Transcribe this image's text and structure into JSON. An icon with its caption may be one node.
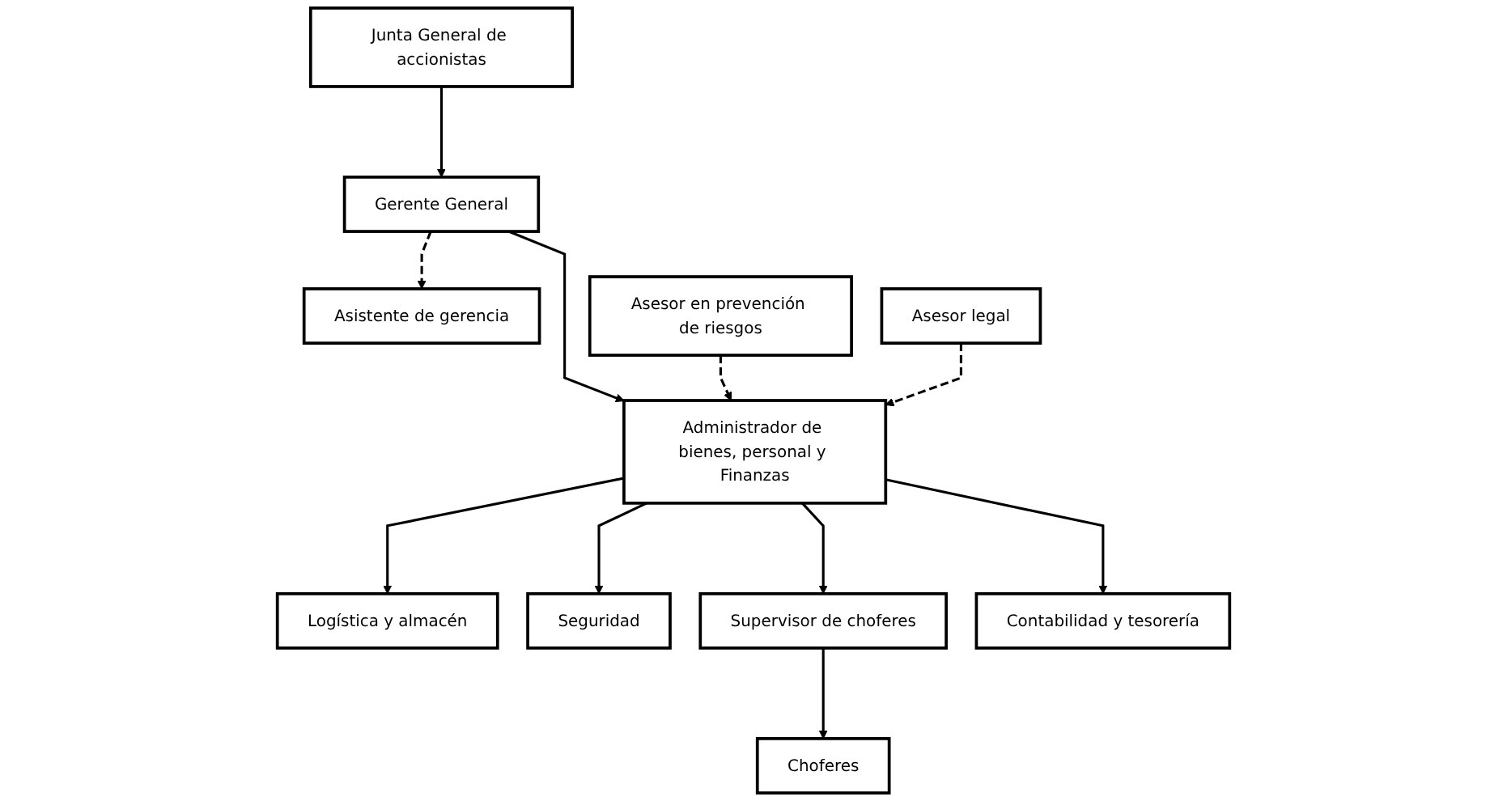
{
  "diagram": {
    "nodes": [
      {
        "text": [
          "Junta General de accionistas"
        ]
      },
      {
        "text": [
          "Asistente de gerencia"
        ]
      },
      {
        "text": [
          "Gerente General"
        ]
      },
      {
        "text": [
          "Asesor en prevención de riesgos"
        ]
      },
      {
        "text": [
          "Administrador de bienes, personal y Finanzas"
        ]
      },
      {
        "text": [
          "Asesor legal"
        ]
      },
      {
        "text": [
          "Logística y almacén"
        ]
      },
      {
        "text": [
          "Seguridad"
        ]
      },
      {
        "text": [
          "Supervisor de choferes"
        ]
      },
      {
        "text": [
          "Contabilidad y tesorería"
        ]
      },
      {
        "text": [
          "Choferes"
        ]
      }
    ],
    "edges": [
      {
        "from": 0,
        "to": 2,
        "arrow": "to"
      },
      {
        "from": 2,
        "to": 1,
        "arrow": "to",
        "style": "dashed"
      },
      {
        "from": 2,
        "to": 4,
        "arrow": "to"
      },
      {
        "from": 3,
        "to": 4,
        "arrow": "to",
        "style": "dashed"
      },
      {
        "from": 5,
        "to": 4,
        "arrow": "to",
        "style": "dashed"
      },
      {
        "from": 4,
        "to": 6,
        "arrow": "to"
      },
      {
        "from": 4,
        "to": 7,
        "arrow": "to"
      },
      {
        "from": 4,
        "to": 8,
        "arrow": "to"
      },
      {
        "from": 4,
        "to": 9,
        "arrow": "to"
      },
      {
        "from": 8,
        "to": 10,
        "arrow": "to"
      }
    ]
  }
}
